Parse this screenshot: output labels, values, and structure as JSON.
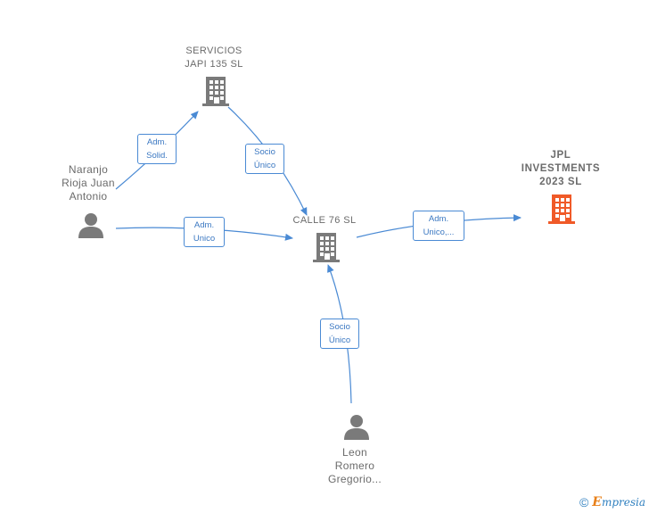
{
  "nodes": {
    "servicios": {
      "lines": [
        "SERVICIOS",
        "JAPI 135  SL"
      ]
    },
    "jpl": {
      "lines": [
        "JPL",
        "INVESTMENTS",
        "2023  SL"
      ]
    },
    "calle": {
      "lines": [
        "CALLE 76  SL"
      ]
    },
    "naranjo": {
      "lines": [
        "Naranjo",
        "Rioja Juan",
        "Antonio"
      ]
    },
    "leon": {
      "lines": [
        "Leon",
        "Romero",
        "Gregorio..."
      ]
    }
  },
  "edges": {
    "adm_solid": {
      "lines": [
        "Adm.",
        "Solid."
      ]
    },
    "socio_unico_top": {
      "lines": [
        "Socio",
        "Único"
      ]
    },
    "adm_unico_left": {
      "lines": [
        "Adm.",
        "Unico"
      ]
    },
    "adm_unico_right": {
      "lines": [
        "Adm.",
        "Unico,..."
      ]
    },
    "socio_unico_bottom": {
      "lines": [
        "Socio",
        "Único"
      ]
    }
  },
  "colors": {
    "edge": "#4a8ad4",
    "company": "#7a7a7a",
    "company_highlight": "#f05a28",
    "person": "#7a7a7a"
  },
  "footer": {
    "copyright": "©",
    "brand_first": "E",
    "brand_rest": "mpresia"
  }
}
